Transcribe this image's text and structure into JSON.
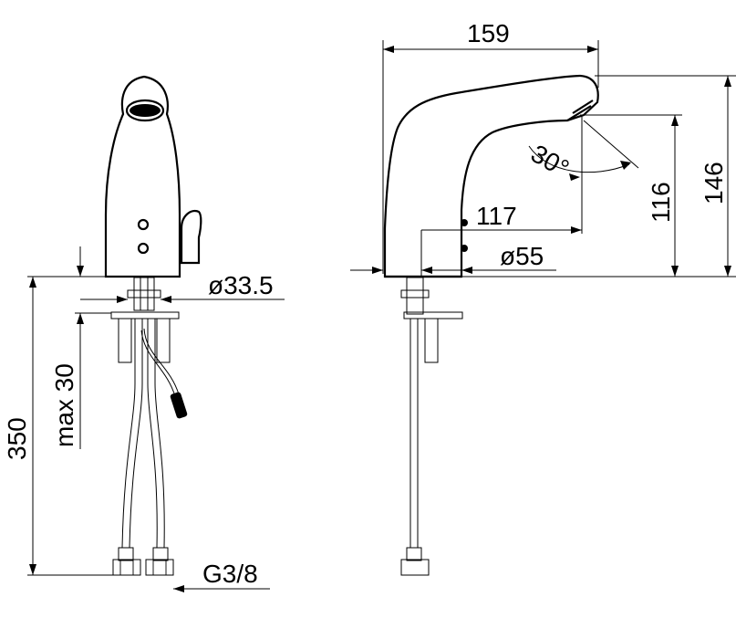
{
  "dimensions": {
    "width_total": "159",
    "depth_outlet": "117",
    "base_diameter": "ø55",
    "outlet_height": "116",
    "total_height": "146",
    "angle": "30°",
    "hole_diameter": "ø33.5",
    "deck_thickness": "max 30",
    "hose_length": "350",
    "connection": "G3/8"
  }
}
